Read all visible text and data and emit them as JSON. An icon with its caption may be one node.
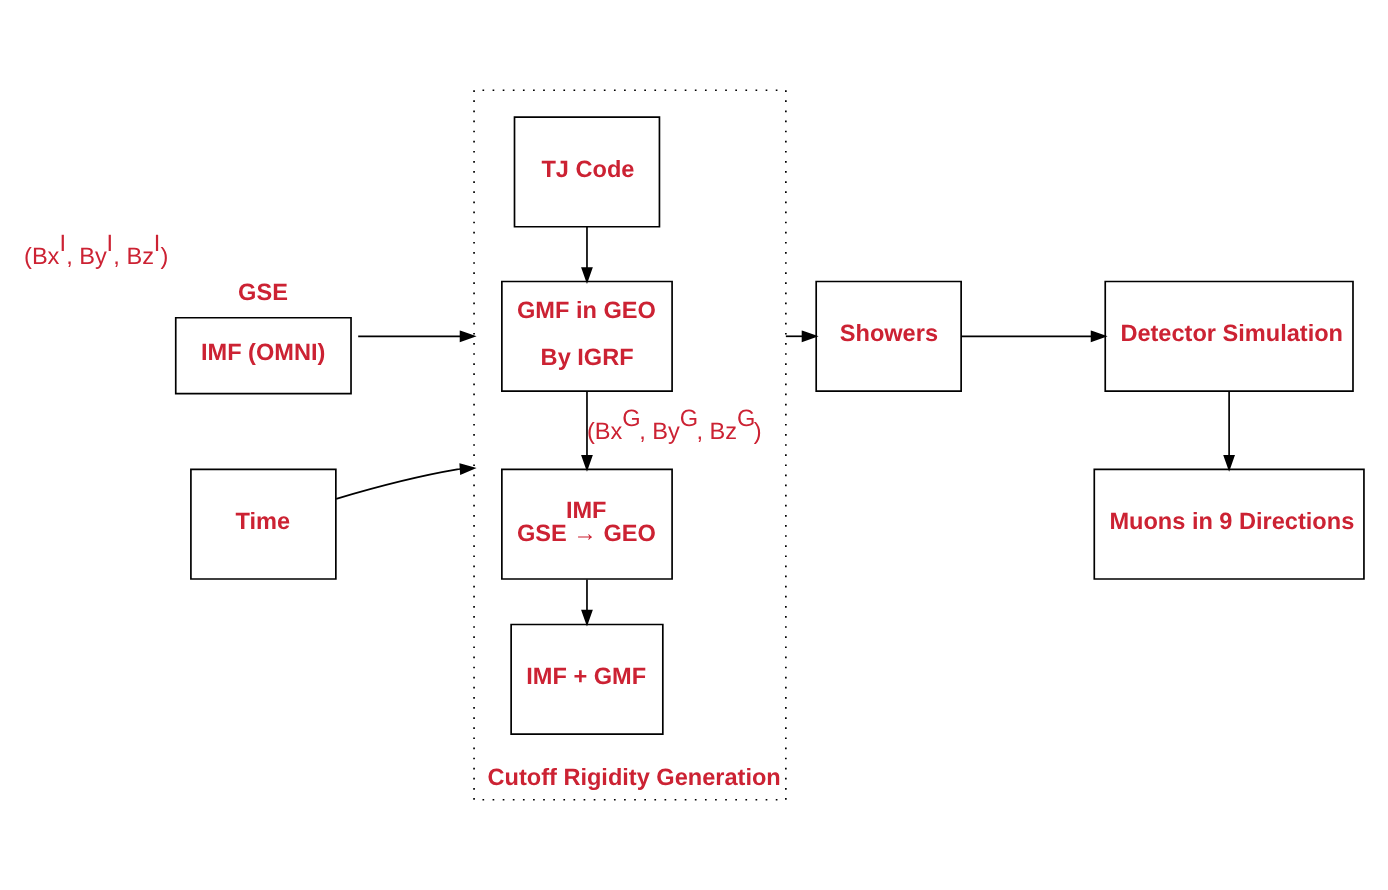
{
  "diagram": {
    "nodes": [
      {
        "text": [
          "GSE",
          "IMF (OMNI)"
        ],
        "beside": [
          "(Bx$^{I}$, By$^{I}$, Bz$^{I}$)"
        ]
      },
      {
        "text": [
          "Time"
        ]
      },
      {
        "text": [
          "Cutoff Rigidity Generation"
        ]
      },
      {
        "text": [
          "TJ Code"
        ],
        "in": 2
      },
      {
        "text": [
          "GMF in GEO",
          "By IGRF"
        ],
        "in": 2
      },
      {
        "text": [
          "IMF",
          "GSE → GEO"
        ],
        "in": 2
      },
      {
        "text": [
          "IMF + GMF"
        ],
        "in": 2
      },
      {
        "text": [
          "Showers"
        ]
      },
      {
        "text": [
          "Detector Simulation"
        ]
      },
      {
        "text": [
          "Muons in 9 Directions"
        ]
      }
    ],
    "edges": [
      {
        "from": 0,
        "to": 2,
        "arrow": "to"
      },
      {
        "from": 1,
        "to": 2,
        "arrow": "to"
      },
      {
        "from": 3,
        "to": 4,
        "arrow": "to"
      },
      {
        "from": 4,
        "to": 5,
        "arrow": "to",
        "label": "(Bx$^{G}$, By$^{G}$, Bz$^{G}$)"
      },
      {
        "from": 5,
        "to": 6,
        "arrow": "to"
      },
      {
        "from": 2,
        "to": 7,
        "arrow": "to"
      },
      {
        "from": 7,
        "to": 8,
        "arrow": "to"
      },
      {
        "from": 8,
        "to": 9,
        "arrow": "to"
      }
    ]
  }
}
